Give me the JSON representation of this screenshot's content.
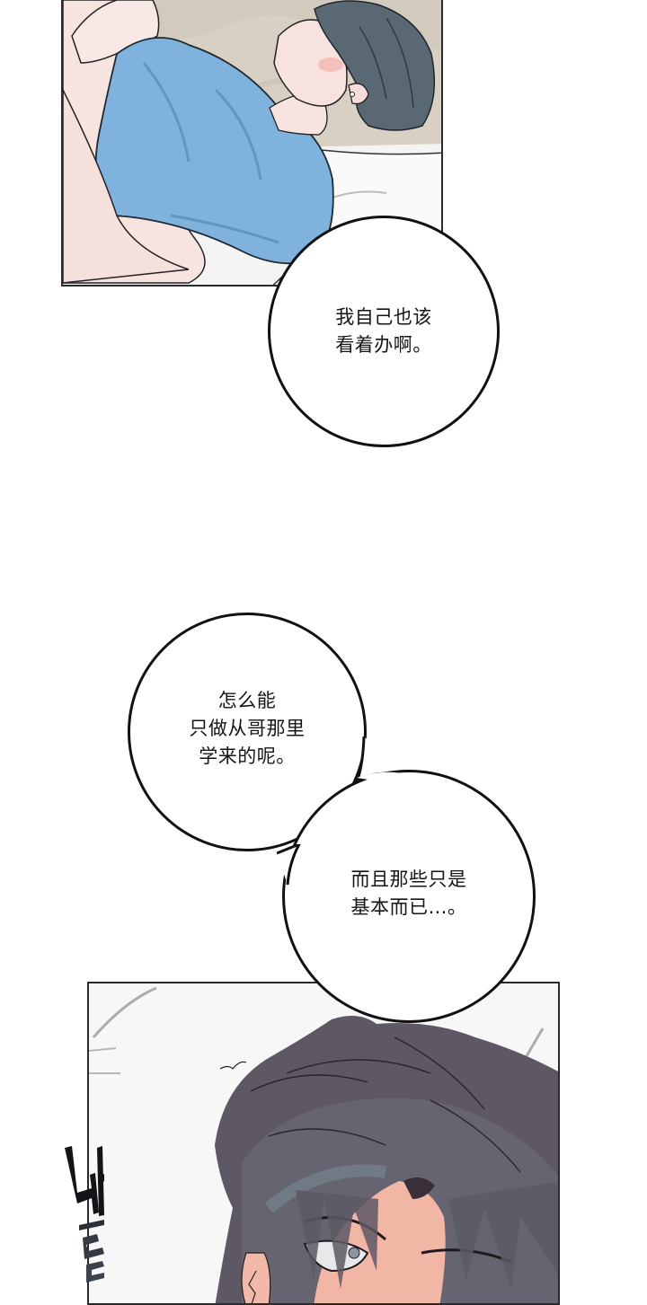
{
  "page": {
    "type": "webtoon-page",
    "background": "#ffffff"
  },
  "panels": [
    {
      "id": "panel-1",
      "description": "dark-haired young man in blue t-shirt lying on bed, face flushed, mouth open, pulling shirt up",
      "colors": {
        "shirt": "#7fb2dc",
        "hair": "#55636e",
        "skin": "#f6e2de",
        "wallpaper": "#d7cfc2",
        "sheets": "#f5f5f5"
      }
    },
    {
      "id": "panel-2",
      "description": "close-up of the man's forehead and eyes with dark blue-grey hair, wide-eyed",
      "colors": {
        "hair": "#5a5560",
        "hair_highlight": "#7c8c98",
        "skin": "#f3b9a8",
        "background": "#f7f7f8"
      },
      "sfx": {
        "text": "바들",
        "color": "#1a1d22"
      }
    }
  ],
  "bubbles": [
    {
      "id": "bubble-1",
      "lines": [
        "我自己也该",
        "看着办啊。"
      ]
    },
    {
      "id": "bubble-2",
      "lines": [
        "怎么能",
        "只做从哥那里",
        "学来的呢。"
      ]
    },
    {
      "id": "bubble-3",
      "lines": [
        "而且那些只是",
        "基本而已…。"
      ]
    }
  ]
}
